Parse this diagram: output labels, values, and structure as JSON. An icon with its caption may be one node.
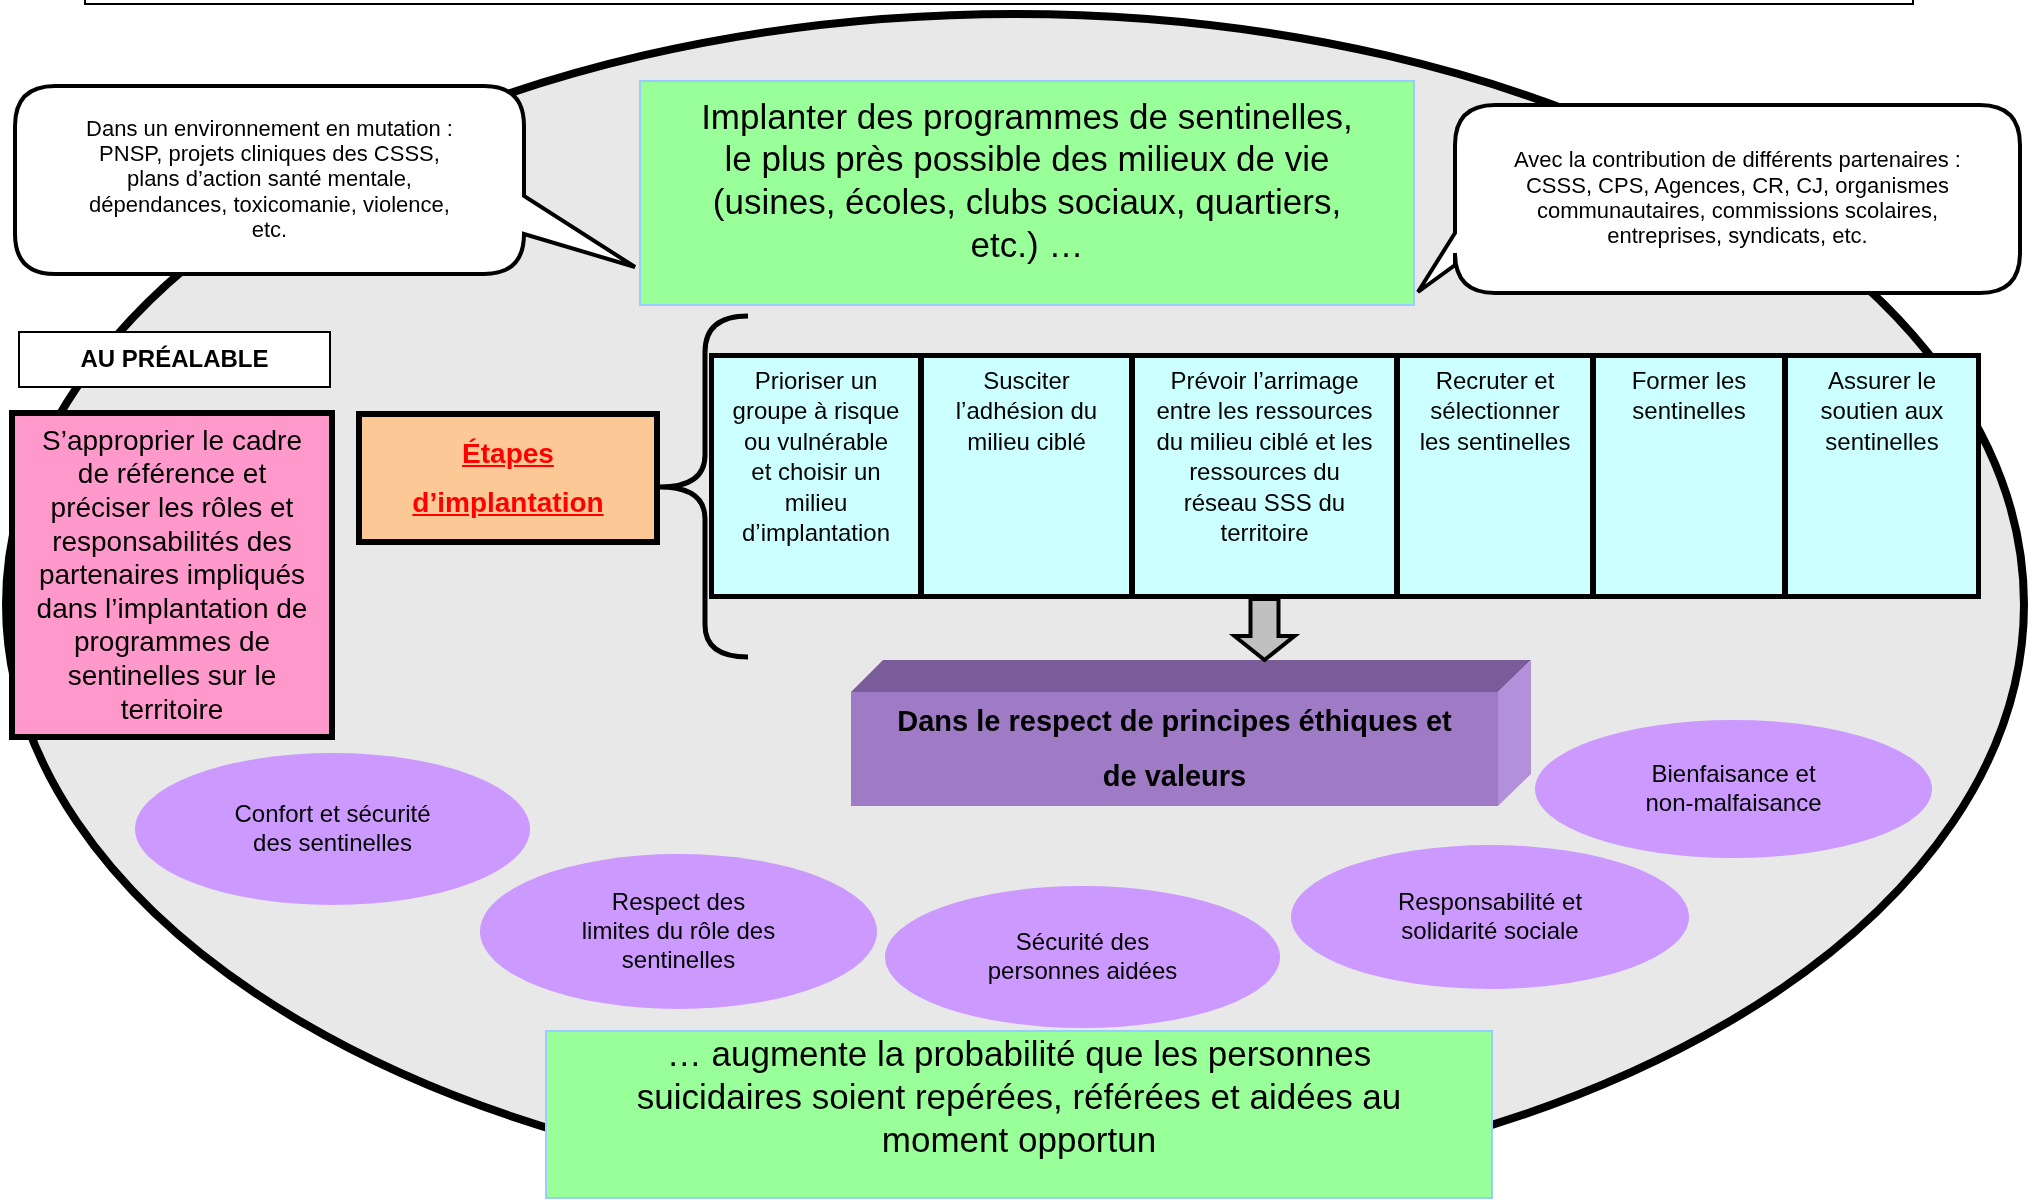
{
  "diagram": {
    "nodes": [
      {
        "text": [],
        "shape": "ellipse"
      },
      {
        "text": [
          "Dans un environnement en mutation : PNSP, projets cliniques des CSSS, plans d’action santé mentale, dépendances, toxicomanie, violence, etc."
        ],
        "in": 0
      },
      {
        "text": [
          "Implanter des programmes de sentinelles, le plus près possible des milieux de vie (usines, écoles, clubs sociaux, quartiers, etc.) …"
        ],
        "in": 0
      },
      {
        "text": [
          "Avec la contribution de différents partenaires : CSSS, CPS, Agences, CR, CJ, organismes communautaires, commissions scolaires, entreprises, syndicats, etc."
        ],
        "in": 0
      },
      {
        "text": [
          "AU PRÉALABLE"
        ],
        "in": 0
      },
      {
        "text": [
          "S’approprier le cadre de référence et préciser les rôles et responsabilités des partenaires impliqués dans l’implantation de programmes de sentinelles sur le territoire"
        ],
        "in": 0
      },
      {
        "text": [
          "Étapes d’implantation"
        ],
        "in": 0
      },
      {
        "text": [
          "Prioriser un groupe à risque ou vulnérable et choisir un milieu d’implantation"
        ],
        "in": 0
      },
      {
        "text": [
          "Susciter l’adhésion du milieu ciblé"
        ],
        "in": 0
      },
      {
        "text": [
          "Prévoir l’arrimage entre les ressources du milieu ciblé et les ressources du réseau SSS du territoire"
        ],
        "in": 0
      },
      {
        "text": [
          "Recruter et sélectionner les sentinelles"
        ],
        "in": 0
      },
      {
        "text": [
          "Former les sentinelles"
        ],
        "in": 0
      },
      {
        "text": [
          "Assurer le soutien aux sentinelles"
        ],
        "in": 0
      },
      {
        "text": [
          "Dans le respect de principes éthiques et de valeurs"
        ],
        "in": 0
      },
      {
        "text": [
          "Confort et sécurité des sentinelles"
        ],
        "in": 0
      },
      {
        "text": [
          "Respect des limites du rôle des sentinelles"
        ],
        "in": 0
      },
      {
        "text": [
          "Sécurité des personnes aidées"
        ],
        "in": 0
      },
      {
        "text": [
          "Responsabilité et solidarité sociale"
        ],
        "in": 0
      },
      {
        "text": [
          "Bienfaisance et non-malfaisance"
        ],
        "in": 0
      },
      {
        "text": [
          "… augmente la probabilité que les personnes suicidaires soient repérées, référées et aidées au moment opportun"
        ],
        "in": 0
      }
    ],
    "edges": [
      {
        "from": 9,
        "to": 13,
        "arrow": "to",
        "style": "thick"
      }
    ]
  }
}
